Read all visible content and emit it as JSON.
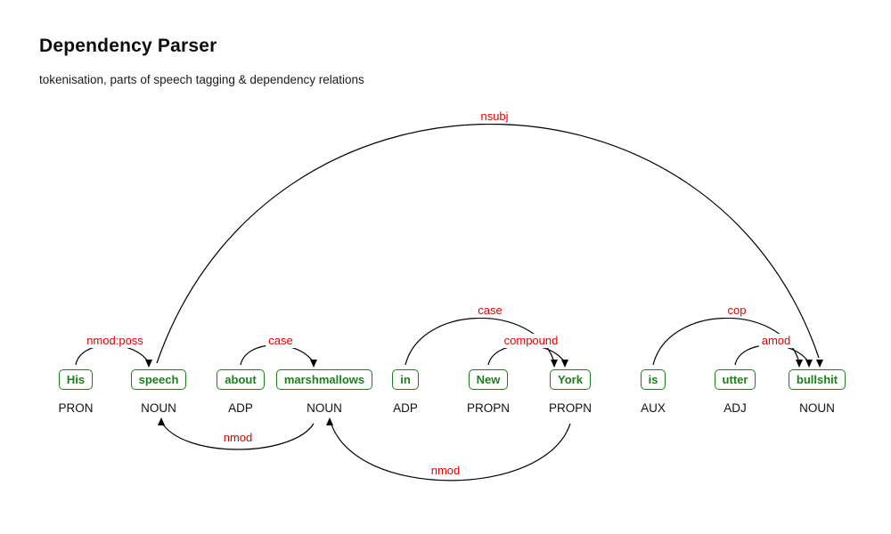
{
  "header": {
    "title": "Dependency Parser",
    "subtitle": "tokenisation, parts of speech tagging & dependency relations"
  },
  "sentence": {
    "text": "His speech about marshmallows in New York is utter bullshit",
    "tokens": [
      {
        "text": "His",
        "pos": "PRON"
      },
      {
        "text": "speech",
        "pos": "NOUN"
      },
      {
        "text": "about",
        "pos": "ADP"
      },
      {
        "text": "marshmallows",
        "pos": "NOUN"
      },
      {
        "text": "in",
        "pos": "ADP"
      },
      {
        "text": "New",
        "pos": "PROPN"
      },
      {
        "text": "York",
        "pos": "PROPN"
      },
      {
        "text": "is",
        "pos": "AUX"
      },
      {
        "text": "utter",
        "pos": "ADJ"
      },
      {
        "text": "bullshit",
        "pos": "NOUN"
      }
    ],
    "relations": [
      {
        "label": "nsubj",
        "dependent": "speech",
        "head": "bullshit",
        "position": "above"
      },
      {
        "label": "nmod:poss",
        "dependent": "His",
        "head": "speech",
        "position": "above"
      },
      {
        "label": "case",
        "dependent": "about",
        "head": "marshmallows",
        "position": "above"
      },
      {
        "label": "case",
        "dependent": "in",
        "head": "York",
        "position": "above"
      },
      {
        "label": "compound",
        "dependent": "New",
        "head": "York",
        "position": "above"
      },
      {
        "label": "cop",
        "dependent": "is",
        "head": "bullshit",
        "position": "above"
      },
      {
        "label": "amod",
        "dependent": "utter",
        "head": "bullshit",
        "position": "above"
      },
      {
        "label": "nmod",
        "dependent": "marshmallows",
        "head": "speech",
        "position": "below"
      },
      {
        "label": "nmod",
        "dependent": "York",
        "head": "marshmallows",
        "position": "below"
      }
    ]
  },
  "colors": {
    "token_green": "#1e7e1e",
    "relation_red": "#e60000",
    "arc_black": "#000000",
    "background": "#ffffff"
  }
}
